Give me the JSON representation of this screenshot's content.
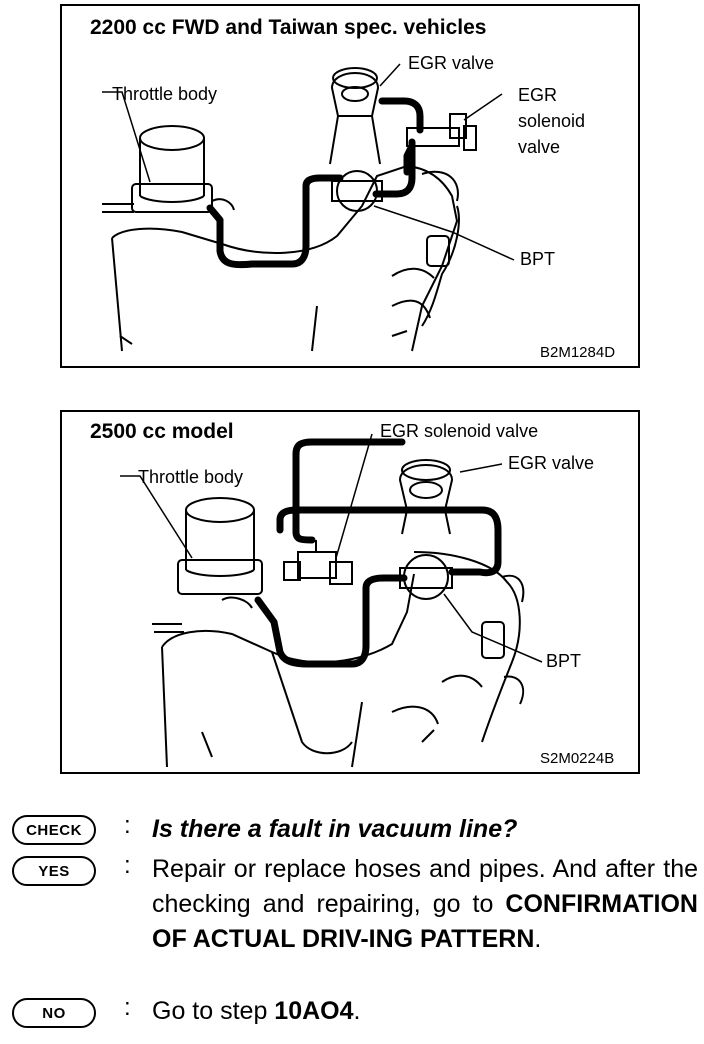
{
  "figure1": {
    "title": "2200 cc FWD and Taiwan spec. vehicles",
    "labels": {
      "egr_valve": "EGR valve",
      "throttle_body": "Throttle body",
      "egr_solenoid_valve": [
        "EGR",
        "solenoid",
        "valve"
      ],
      "bpt": "BPT"
    },
    "code": "B2M1284D"
  },
  "figure2": {
    "title": "2500 cc model",
    "labels": {
      "egr_solenoid_valve": "EGR solenoid valve",
      "egr_valve": "EGR valve",
      "throttle_body": "Throttle body",
      "bpt": "BPT"
    },
    "code": "S2M0224B"
  },
  "steps": {
    "check": {
      "badge": "CHECK",
      "colon": ":",
      "text": "Is there a fault in vacuum line?"
    },
    "yes": {
      "badge": "YES",
      "colon": ":",
      "text": "Repair or replace hoses and pipes. And after the checking and repairing, go to",
      "bold": "CONFIRMATION OF ACTUAL DRIV-ING PATTERN",
      "end": "."
    },
    "no": {
      "badge": "NO",
      "colon": ":",
      "text_prefix": "Go to step ",
      "step_ref": "10AO4",
      "end": "."
    }
  }
}
